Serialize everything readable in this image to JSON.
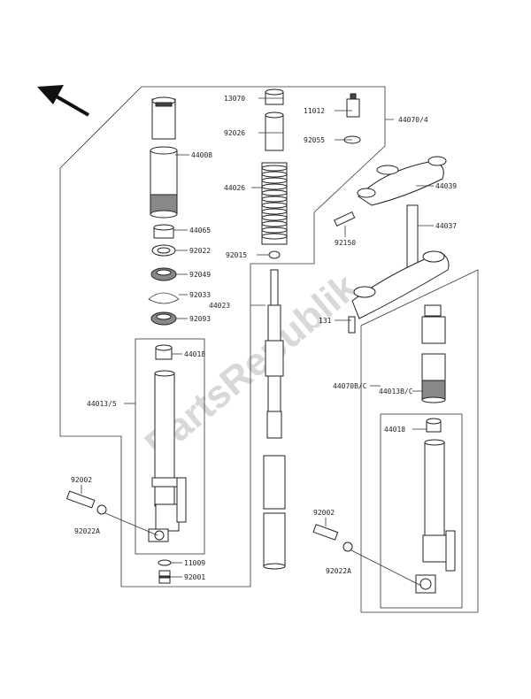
{
  "watermark": "PartsRepublik",
  "labels": {
    "p13070": "13070",
    "p92026": "92026",
    "p11012": "11012",
    "p92055": "92055",
    "p44070_4": "44070/4",
    "p44008": "44008",
    "p44026": "44026",
    "p44039": "44039",
    "p44065": "44065",
    "p92022": "92022",
    "p92150": "92150",
    "p44037": "44037",
    "p92015": "92015",
    "p92049": "92049",
    "p92033": "92033",
    "p44023": "44023",
    "p131": "131",
    "p92093": "92093",
    "p44018_l": "44018",
    "p44013_5": "44013/5",
    "p44070b_c": "44070B/C",
    "p44013b_c": "44013B/C",
    "p44018_r": "44018",
    "p92002_l": "92002",
    "p92022a_l": "92022A",
    "p11009": "11009",
    "p92001": "92001",
    "p92002_r": "92002",
    "p92022a_r": "92022A"
  }
}
